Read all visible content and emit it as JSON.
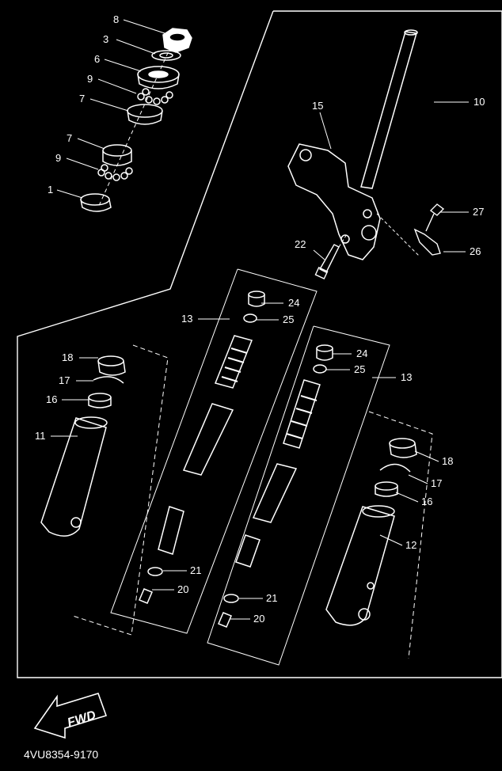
{
  "diagram": {
    "colors": {
      "background": "#000000",
      "line": "#ffffff"
    },
    "fwd_label": "FWD",
    "part_code": "4VU8354-9170",
    "callouts": [
      {
        "id": "c8a",
        "text": "8"
      },
      {
        "id": "c3",
        "text": "3"
      },
      {
        "id": "c6",
        "text": "6"
      },
      {
        "id": "c9a",
        "text": "9"
      },
      {
        "id": "c7a",
        "text": "7"
      },
      {
        "id": "c7b",
        "text": "7"
      },
      {
        "id": "c9b",
        "text": "9"
      },
      {
        "id": "c1",
        "text": "1"
      },
      {
        "id": "c15",
        "text": "15"
      },
      {
        "id": "c10",
        "text": "10"
      },
      {
        "id": "c27",
        "text": "27"
      },
      {
        "id": "c26",
        "text": "26"
      },
      {
        "id": "c22",
        "text": "22"
      },
      {
        "id": "c24a",
        "text": "24"
      },
      {
        "id": "c13a",
        "text": "13"
      },
      {
        "id": "c25a",
        "text": "25"
      },
      {
        "id": "c24b",
        "text": "24"
      },
      {
        "id": "c25b",
        "text": "25"
      },
      {
        "id": "c13b",
        "text": "13"
      },
      {
        "id": "c18a",
        "text": "18"
      },
      {
        "id": "c17a",
        "text": "17"
      },
      {
        "id": "c16a",
        "text": "16"
      },
      {
        "id": "c11",
        "text": "11"
      },
      {
        "id": "c18b",
        "text": "18"
      },
      {
        "id": "c17b",
        "text": "17"
      },
      {
        "id": "c16b",
        "text": "16"
      },
      {
        "id": "c12",
        "text": "12"
      },
      {
        "id": "c21a",
        "text": "21"
      },
      {
        "id": "c20a",
        "text": "20"
      },
      {
        "id": "c21b",
        "text": "21"
      },
      {
        "id": "c20b",
        "text": "20"
      }
    ]
  }
}
